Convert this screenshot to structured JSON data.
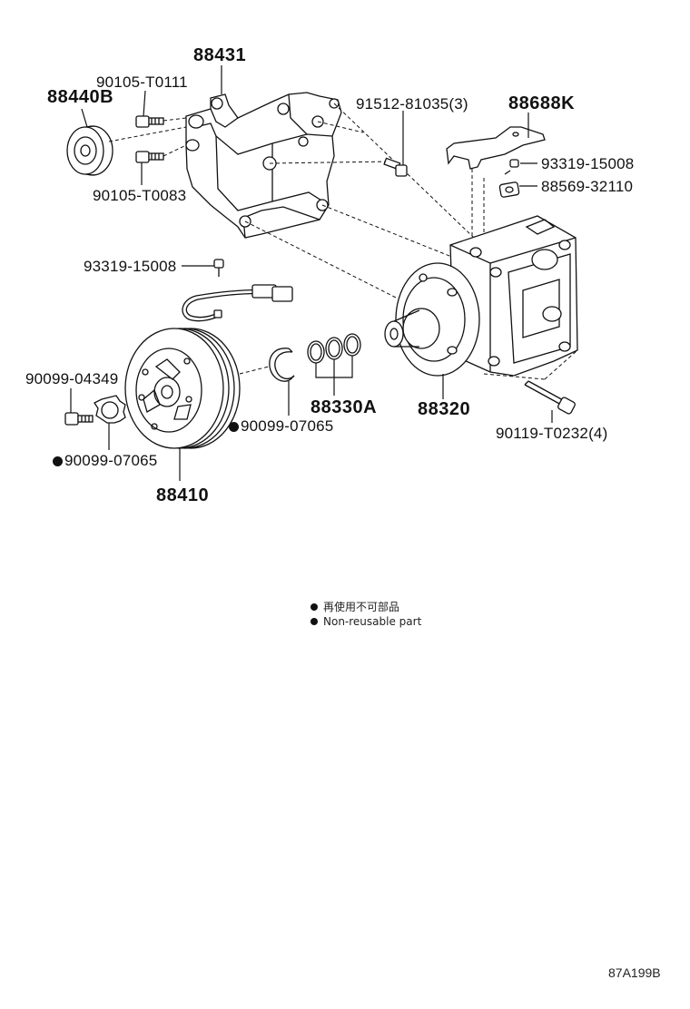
{
  "parts": {
    "bracket": "88431",
    "idler_pulley": "88440B",
    "bolt_upper": "90105-T0111",
    "bolt_lower": "90105-T0083",
    "stud_bolt": "91512-81035(3)",
    "wire_bracket": "88688K",
    "clamp_screw_right": "93319-15008",
    "clamp": "88569-32110",
    "clamp_screw_left": "93319-15008",
    "bolt_clutch": "90099-04349",
    "snap_ring_left": "90099-07065",
    "snap_ring_right": "90099-07065",
    "clutch_assy": "88410",
    "o_rings": "88330A",
    "compressor": "88320",
    "mount_bolt": "90119-T0232(4)"
  },
  "legend": {
    "japanese": "再使用不可部品",
    "english": "Non-reusable part"
  },
  "reference_code": "87A199B",
  "icons": {
    "non_reusable_marker": "filled-circle-icon"
  }
}
